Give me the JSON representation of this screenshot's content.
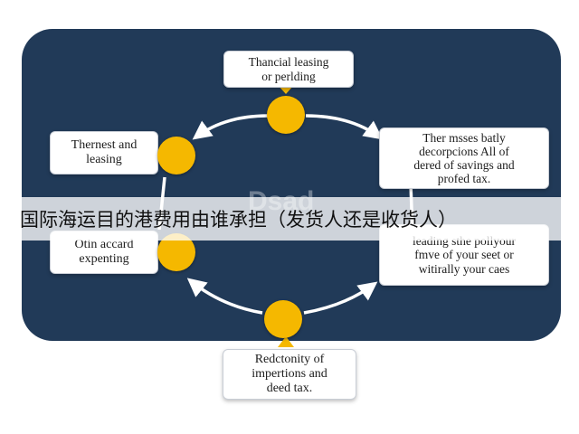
{
  "diagram": {
    "boxes": {
      "top": "Thancial leasing\nor perlding",
      "upper_left": "Thernest and\nleasing",
      "upper_right": "Ther msses batly\ndecorpcions All of\ndered of savings and\nprofed tax.",
      "lower_left": "Otin accard\nexpenting",
      "lower_right": "leading sthe pollyour\nfmve of your seet or\nwitirally your caes",
      "bottom": "Redctonity of\nimpertions and\ndeed tax."
    },
    "center_watermark": "Dsad",
    "colors": {
      "panel": "#213a58",
      "node": "#f5b800",
      "connector": "#ffffff"
    }
  },
  "banner": {
    "text": "国际海运目的港费用由谁承担（发货人还是收货人）"
  }
}
